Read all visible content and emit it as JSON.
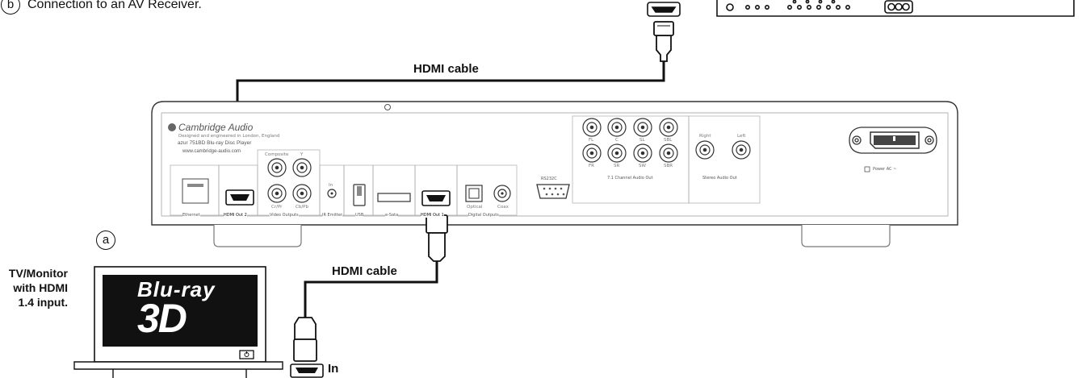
{
  "caption_b": {
    "letter": "b",
    "text": "Connection to an AV Receiver."
  },
  "caption_a": {
    "letter": "a"
  },
  "cables": {
    "top_label": "HDMI cable",
    "bottom_label": "HDMI cable"
  },
  "tv": {
    "label_lines": [
      "TV/Monitor",
      "with HDMI",
      "1.4 input."
    ],
    "logo_line1": "Blu-ray",
    "logo_line2": "3D",
    "input_label": "In"
  },
  "player": {
    "brand": "Cambridge Audio",
    "tagline": "Designed and engineered in London, England",
    "model": "azur 751BD Blu-ray Disc Player",
    "website": "www.cambridge-audio.com",
    "section_labels": {
      "ethernet": "Ethernet",
      "hdmi_out_2": "HDMI Out 2",
      "video_outputs": "Video Outputs",
      "ir_emitter": "IR Emitter",
      "usb": "USB",
      "esata": "e-Sata",
      "hdmi_out_1": "HDMI Out 1",
      "digital_outputs": "Digital Outputs",
      "rs232c": "RS232C",
      "channel_audio_out": "7.1 Channel Audio Out",
      "stereo_audio_out": "Stereo Audio Out",
      "power": "Power AC ~"
    },
    "jack_labels": {
      "composite": "Composite",
      "y": "Y",
      "cr_pr": "Cr/Pr",
      "cb_pb": "Cb/Pb",
      "in": "In",
      "optical": "Optical",
      "coax": "Coax",
      "fl": "FL",
      "c": "C",
      "sl": "SL",
      "sbl": "SBL",
      "fr": "FR",
      "sr": "SR",
      "sw": "SW",
      "sbr": "SBR",
      "right": "Right",
      "left": "Left"
    }
  }
}
